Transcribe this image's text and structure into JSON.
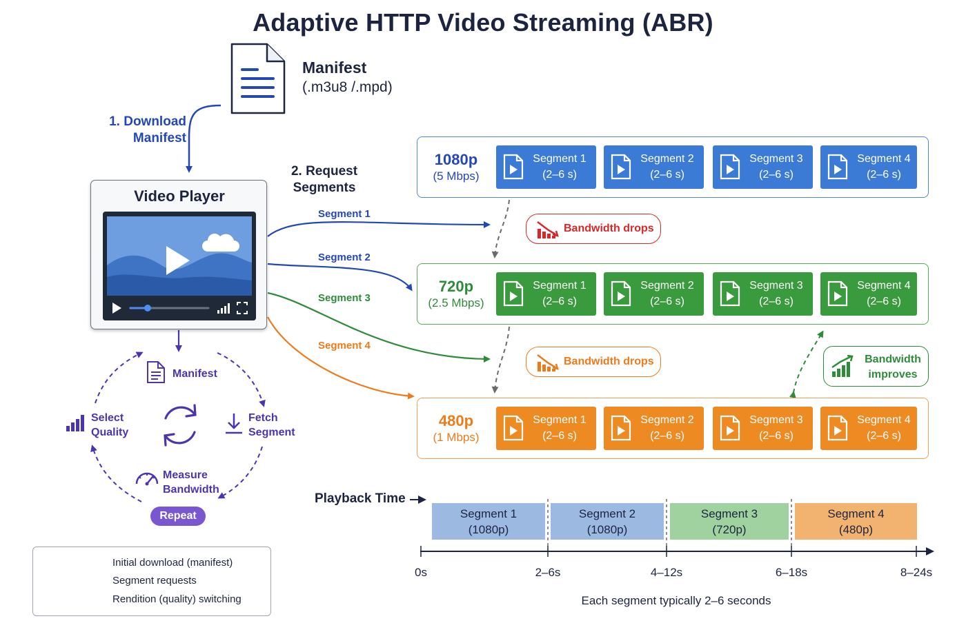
{
  "title": "Adaptive HTTP Video Streaming (ABR)",
  "manifest": {
    "title": "Manifest",
    "subtitle": "(.m3u8 /.mpd)"
  },
  "steps": {
    "download_line1": "1. Download",
    "download_line2": "Manifest",
    "request_line1": "2. Request",
    "request_line2": "Segments"
  },
  "player": {
    "title": "Video Player"
  },
  "requests": [
    "Segment 1",
    "Segment 2",
    "Segment 3",
    "Segment 4"
  ],
  "renditions": [
    {
      "res": "1080p",
      "bw": "(5 Mbps)",
      "color": "#3b7bd6",
      "border": "#4f86dc"
    },
    {
      "res": "720p",
      "bw": "(2.5 Mbps)",
      "color": "#3a9a3e",
      "border": "#58a95a"
    },
    {
      "res": "480p",
      "bw": "(1 Mbps)",
      "color": "#ee8a22",
      "border": "#f0a053"
    }
  ],
  "segments": [
    {
      "name": "Segment 1",
      "dur": "(2–6 s)"
    },
    {
      "name": "Segment 2",
      "dur": "(2–6 s)"
    },
    {
      "name": "Segment 3",
      "dur": "(2–6 s)"
    },
    {
      "name": "Segment 4",
      "dur": "(2–6 s)"
    }
  ],
  "bandwidth": {
    "drop1": "Bandwidth drops",
    "drop2": "Bandwidth drops",
    "improve_line1": "Bandwidth",
    "improve_line2": "improves"
  },
  "cycle": {
    "manifest": "Manifest",
    "fetch_line1": "Fetch",
    "fetch_line2": "Segment",
    "measure_line1": "Measure",
    "measure_line2": "Bandwidth",
    "select_line1": "Select",
    "select_line2": "Quality",
    "repeat": "Repeat"
  },
  "legend": [
    {
      "label": "Initial download (manifest)"
    },
    {
      "label": "Segment requests"
    },
    {
      "label": "Rendition (quality) switching"
    }
  ],
  "playback": {
    "label": "Playback Time",
    "segments": [
      {
        "name": "Segment 1",
        "quality": "(1080p)",
        "color": "#9cb9e2"
      },
      {
        "name": "Segment 2",
        "quality": "(1080p)",
        "color": "#9cb9e2"
      },
      {
        "name": "Segment 3",
        "quality": "(720p)",
        "color": "#9fd29f"
      },
      {
        "name": "Segment 4",
        "quality": "(480p)",
        "color": "#f2b371"
      }
    ],
    "ticks": [
      "0s",
      "2–6s",
      "4–12s",
      "6–18s",
      "8–24s"
    ],
    "footnote": "Each segment typically 2–6 seconds"
  },
  "colors": {
    "blue": "#2447b8",
    "green": "#2e8b3a",
    "orange": "#ee7b1a",
    "red": "#d62828",
    "purple": "#4a35b0",
    "gray": "#6b6b6b"
  }
}
